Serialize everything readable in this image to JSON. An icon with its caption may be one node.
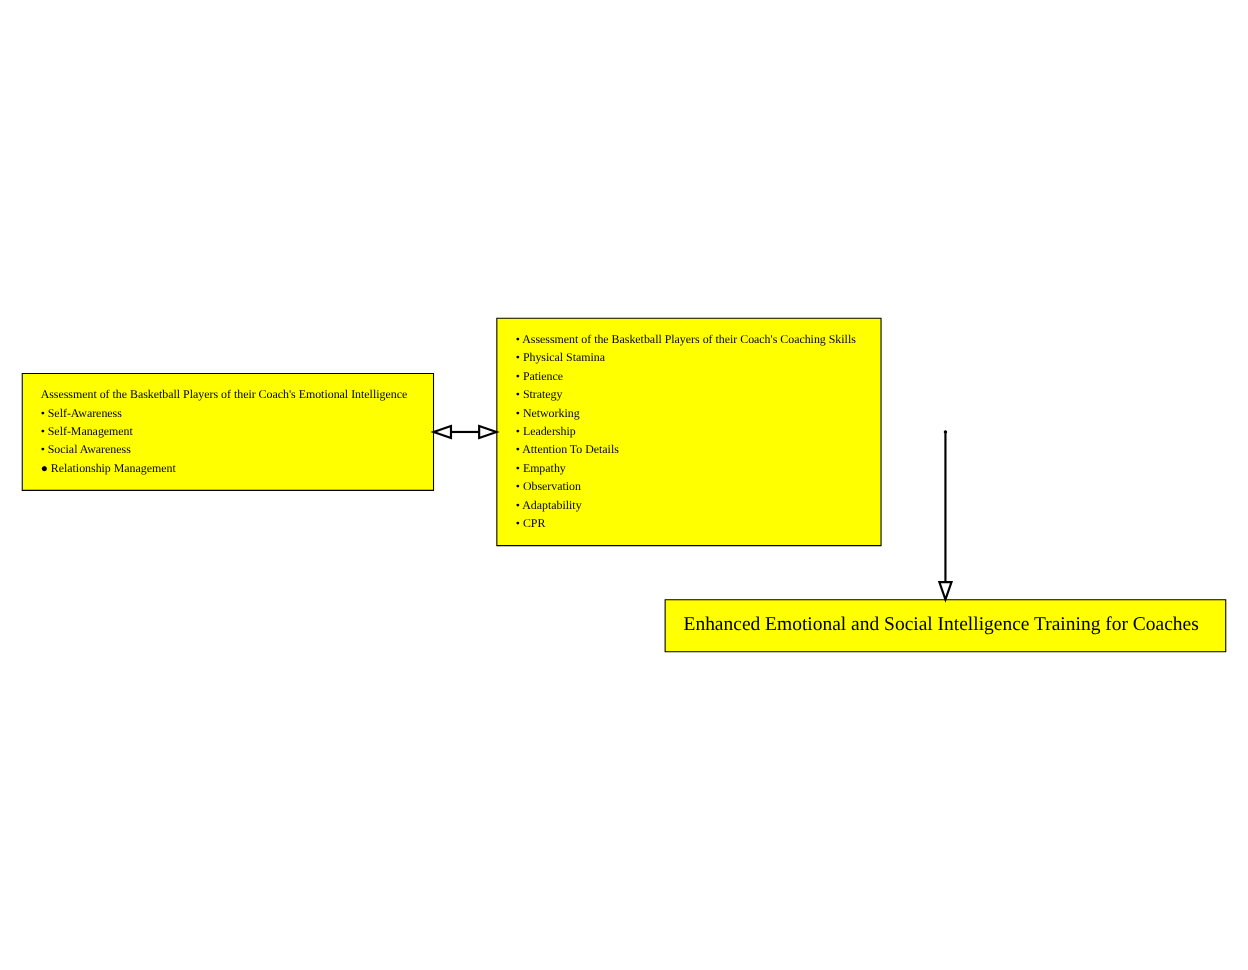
{
  "diagram": {
    "nodes": [
      {
        "text": [
          "Assessment of the Basketball Players of their Coach's Emotional Intelligence",
          "• Self-Awareness",
          "• Self-Management",
          "• Social Awareness",
          "● Relationship Management"
        ]
      },
      {
        "text": [
          "• Assessment of the Basketball Players of their Coach's Coaching Skills",
          "• Physical Stamina",
          "• Patience",
          "• Strategy",
          "• Networking",
          "• Leadership",
          "• Attention To Details",
          "• Empathy",
          "• Observation",
          "• Adaptability",
          "• CPR"
        ]
      },
      {
        "text": [
          "Enhanced Emotional and Social Intelligence Training for Coaches"
        ]
      }
    ],
    "edges": [
      {
        "from": 0,
        "to": 1,
        "arrow": "both"
      },
      {
        "from": null,
        "to": 2,
        "arrow": "to"
      }
    ]
  }
}
